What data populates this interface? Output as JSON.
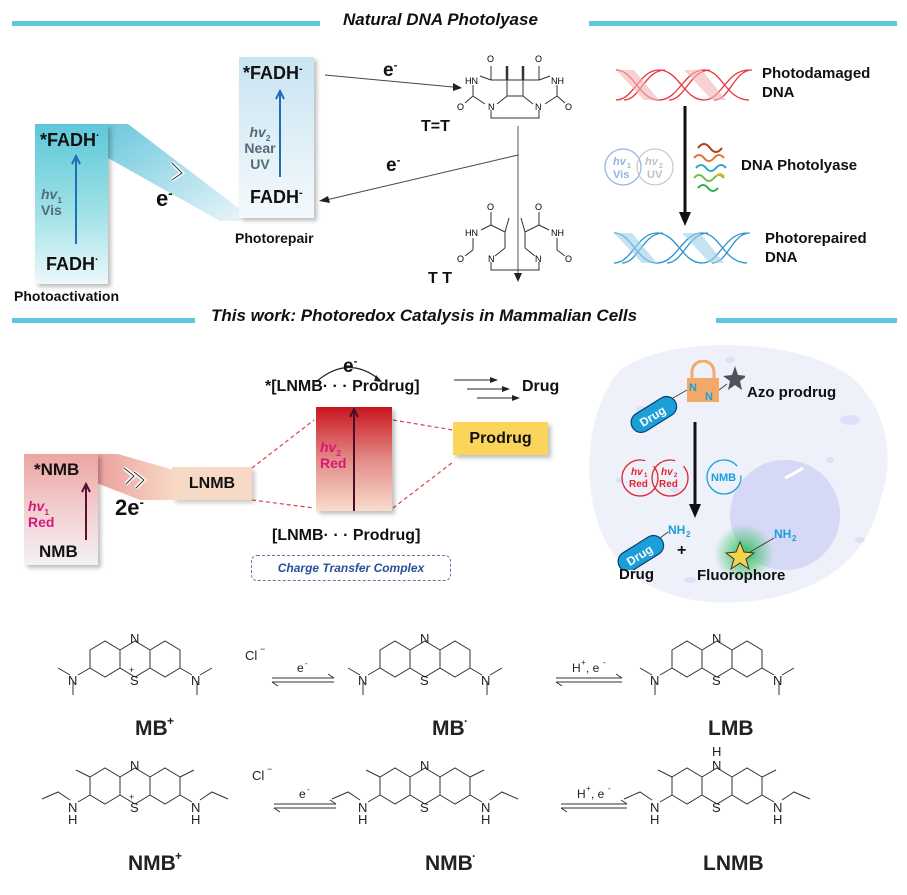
{
  "section1": {
    "title": "Natural DNA Photolyase",
    "photoactivation": {
      "label": "Photoactivation",
      "top": "*FADH",
      "top_charge": "·",
      "bottom": "FADH",
      "bottom_charge": "·",
      "hv": "hv",
      "hv_sub": "1",
      "light": "Vis"
    },
    "transfer_label": "e",
    "transfer_charge": "-",
    "photorepair": {
      "label": "Photorepair",
      "top": "*FADH",
      "top_charge": "-",
      "bottom": "FADH",
      "bottom_charge": "-",
      "hv": "hv",
      "hv_sub": "2",
      "light_line1": "Near",
      "light_line2": "UV"
    },
    "electron_out": {
      "text": "e",
      "charge": "-"
    },
    "electron_in": {
      "text": "e",
      "charge": "-"
    },
    "dimer_label": "T=T",
    "monomer_label": "T T",
    "atoms": {
      "O": "O",
      "HN": "HN",
      "NH": "NH",
      "N": "N"
    },
    "dna_damaged": {
      "line1": "Photodamaged",
      "line2": "DNA",
      "color": "#e8333a"
    },
    "dna_repaired": {
      "line1": "Photorepaired",
      "line2": "DNA",
      "color": "#2a93c9"
    },
    "enzyme_label": "DNA Photolyase",
    "cycle1": {
      "hv": "hv",
      "sub": "1",
      "light": "Vis",
      "color": "#8fb3e3"
    },
    "cycle2": {
      "hv": "hv",
      "sub": "2",
      "light": "UV",
      "color": "#c8c8c8"
    }
  },
  "section2": {
    "title": "This work: Photoredox Catalysis in Mammalian Cells",
    "nmb_box": {
      "top": "*NMB",
      "bottom": "NMB",
      "hv": "hv",
      "hv_sub": "1",
      "light": "Red"
    },
    "transfer_label": "2e",
    "transfer_charge": "-",
    "lnmb_box": "LNMB",
    "excited_complex": "*[LNMB· · · Prodrug]",
    "ground_complex": "[LNMB· · · Prodrug]",
    "complex_electron": {
      "text": "e",
      "charge": "-"
    },
    "red_box": {
      "hv": "hv",
      "hv_sub": "2",
      "light": "Red"
    },
    "prodrug_box": "Prodrug",
    "product": "Drug",
    "ctc_label": "Charge Transfer Complex",
    "cell": {
      "azo_label": "Azo prodrug",
      "drug_pill": "Drug",
      "azo_n1": "N",
      "azo_n2": "N",
      "cycle_red1": {
        "hv": "hv",
        "sub": "1",
        "light": "Red"
      },
      "cycle_red2": {
        "hv": "hv",
        "sub": "2",
        "light": "Red"
      },
      "cycle_nmb": "NMB",
      "nh2": "NH",
      "nh2_sub": "2",
      "drug_label": "Drug",
      "plus": "+",
      "fluorophore_label": "Fluorophore"
    },
    "colors": {
      "red_text": "#d6177a",
      "blue_accent": "#1b9fd9",
      "cell_bg": "#eef0fa",
      "nucleus": "#d6d9f6"
    }
  },
  "section3": {
    "row1": {
      "reactant": "MB",
      "reactant_charge": "+",
      "counterion": "Cl",
      "counterion_charge": "−",
      "arrow1": "e",
      "arrow1_charge": "-",
      "intermediate": "MB",
      "intermediate_charge": "·",
      "arrow2": "H",
      "arrow2_charge": "+",
      "arrow2_rest": ", e",
      "arrow2_rest_charge": "-",
      "product": "LMB"
    },
    "row2": {
      "reactant": "NMB",
      "reactant_charge": "+",
      "counterion": "Cl",
      "counterion_charge": "−",
      "arrow1": "e",
      "arrow1_charge": "-",
      "intermediate": "NMB",
      "intermediate_charge": "·",
      "arrow2": "H",
      "arrow2_charge": "+",
      "arrow2_rest": ", e",
      "arrow2_rest_charge": "-",
      "product": "LNMB"
    },
    "atoms": {
      "N": "N",
      "S": "S",
      "S_plus": "+",
      "H": "H"
    }
  }
}
